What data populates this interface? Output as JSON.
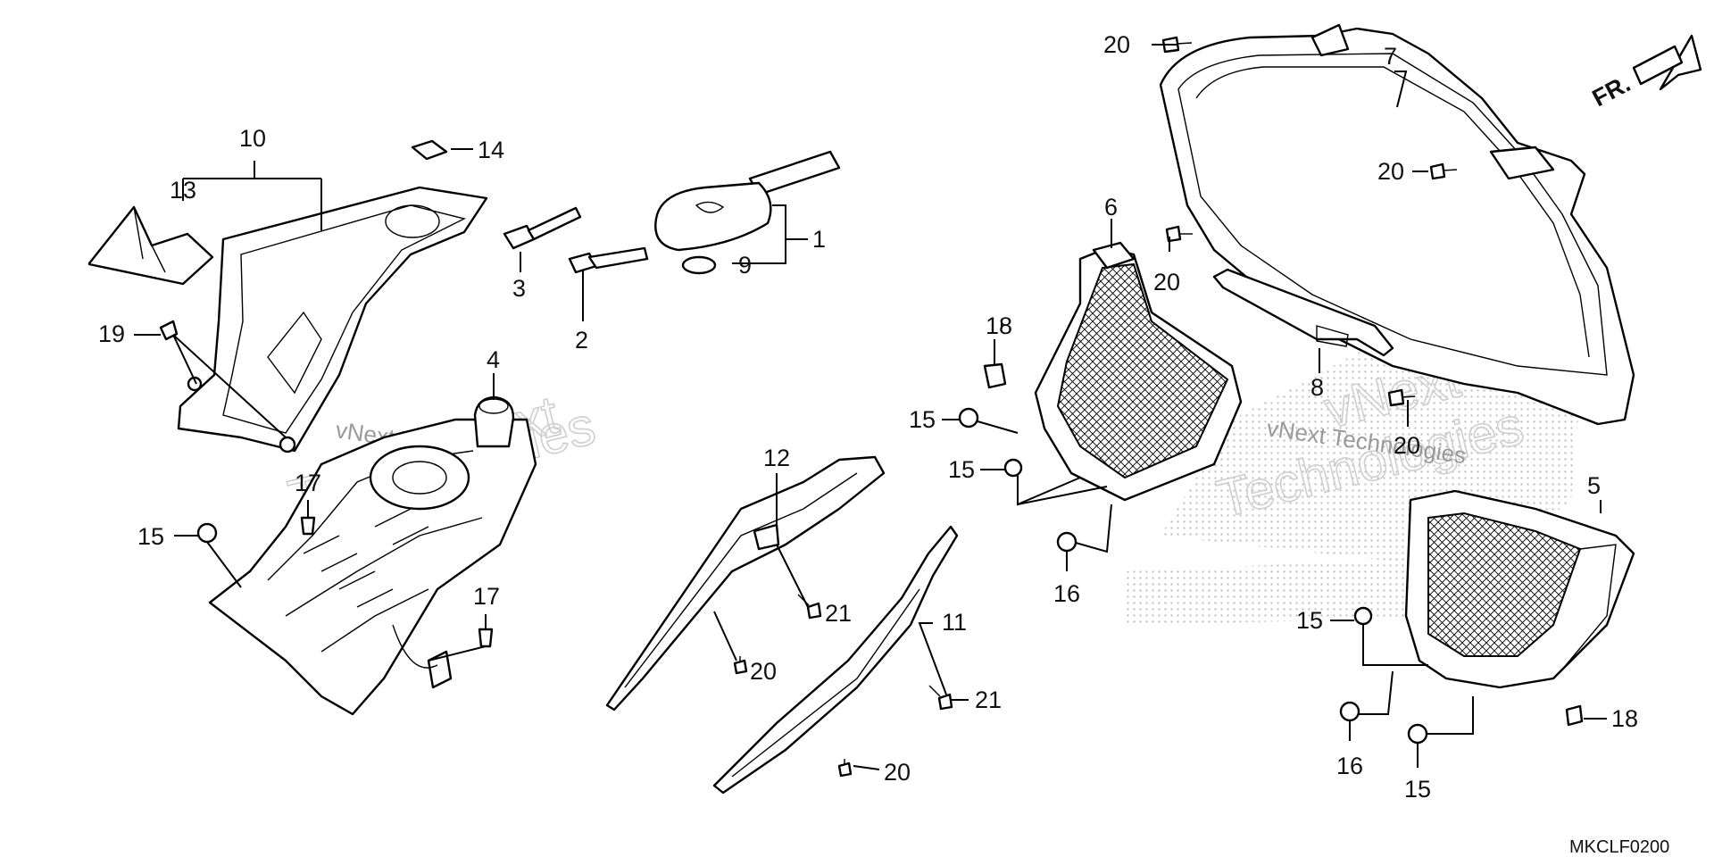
{
  "diagram": {
    "direction_label": "FR.",
    "diagram_code": "MKCLF0200",
    "watermark": {
      "line1": "vNext",
      "line2": "Technologies",
      "small": "vNext Technologies"
    },
    "labels": {
      "p1": "1",
      "p2": "2",
      "p3": "3",
      "p4": "4",
      "p5": "5",
      "p6": "6",
      "p7": "7",
      "p8": "8",
      "p9": "9",
      "p10": "10",
      "p11": "11",
      "p12": "12",
      "p13": "13",
      "p14": "14",
      "p15a": "15",
      "p15b": "15",
      "p15c": "15",
      "p15d": "15",
      "p15e": "15",
      "p16a": "16",
      "p16b": "16",
      "p17a": "17",
      "p17b": "17",
      "p18a": "18",
      "p18b": "18",
      "p19": "19",
      "p20a": "20",
      "p20b": "20",
      "p20c": "20",
      "p20d": "20",
      "p20e": "20",
      "p20f": "20",
      "p21a": "21",
      "p21b": "21"
    }
  }
}
